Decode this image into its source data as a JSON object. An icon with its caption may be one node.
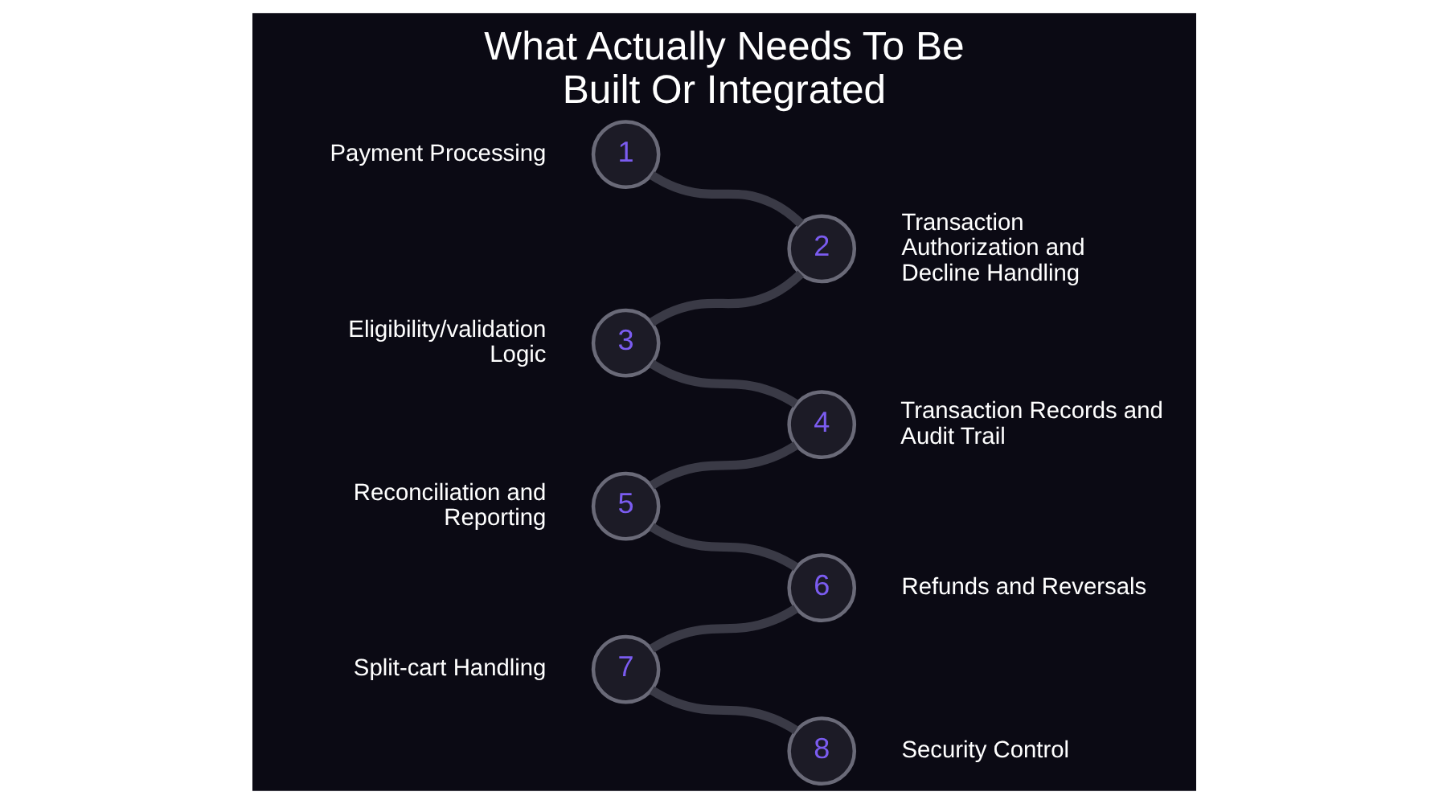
{
  "diagram": {
    "title": "What Actually Needs To Be Built Or Integrated",
    "nodes": [
      {
        "text": [
          "1"
        ],
        "beside": [
          "Payment Processing"
        ]
      },
      {
        "text": [
          "2"
        ],
        "beside": [
          "Transaction Authorization and Decline Handling"
        ]
      },
      {
        "text": [
          "3"
        ],
        "beside": [
          "Eligibility/validation Logic"
        ]
      },
      {
        "text": [
          "4"
        ],
        "beside": [
          "Transaction Records and Audit Trail"
        ]
      },
      {
        "text": [
          "5"
        ],
        "beside": [
          "Reconciliation and Reporting"
        ]
      },
      {
        "text": [
          "6"
        ],
        "beside": [
          "Refunds and Reversals"
        ]
      },
      {
        "text": [
          "7"
        ],
        "beside": [
          "Split-cart Handling"
        ]
      },
      {
        "text": [
          "8"
        ],
        "beside": [
          "Security Control"
        ]
      }
    ],
    "edges": [
      {
        "from": 0,
        "to": 1,
        "arrow": "none"
      },
      {
        "from": 1,
        "to": 2,
        "arrow": "none"
      },
      {
        "from": 2,
        "to": 3,
        "arrow": "none"
      },
      {
        "from": 3,
        "to": 4,
        "arrow": "none"
      },
      {
        "from": 4,
        "to": 5,
        "arrow": "none"
      },
      {
        "from": 5,
        "to": 6,
        "arrow": "none"
      },
      {
        "from": 6,
        "to": 7,
        "arrow": "none"
      }
    ]
  }
}
